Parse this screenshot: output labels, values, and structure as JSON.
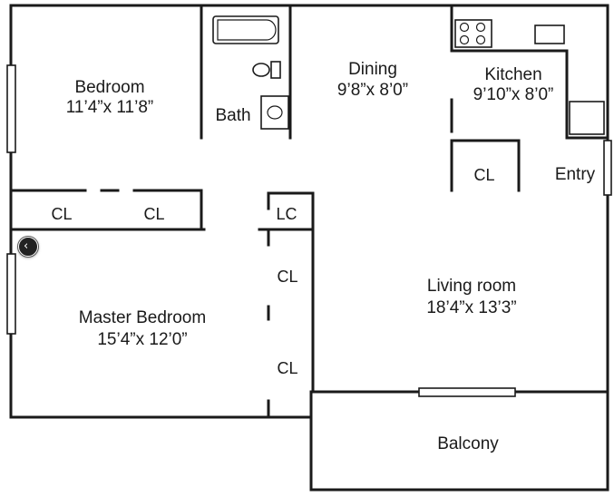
{
  "rooms": {
    "bedroom": {
      "name": "Bedroom",
      "size": "11’4”x 11’8”"
    },
    "bath": {
      "name": "Bath"
    },
    "dining": {
      "name": "Dining",
      "size": "9’8”x 8’0”"
    },
    "kitchen": {
      "name": "Kitchen",
      "size": "9’10”x 8’0”"
    },
    "closet_kitchen": {
      "name": "CL"
    },
    "entry": {
      "name": "Entry"
    },
    "closet_bed_left": {
      "name": "CL"
    },
    "closet_bed_right": {
      "name": "CL"
    },
    "linen_closet": {
      "name": "LC"
    },
    "closet_master_top": {
      "name": "CL"
    },
    "closet_master_bottom": {
      "name": "CL"
    },
    "master_bedroom": {
      "name": "Master Bedroom",
      "size": "15’4”x 12’0”"
    },
    "living_room": {
      "name": "Living room",
      "size": "18’4”x 13’3”"
    },
    "balcony": {
      "name": "Balcony"
    }
  },
  "nav": {
    "prev_glyph": "‹"
  }
}
